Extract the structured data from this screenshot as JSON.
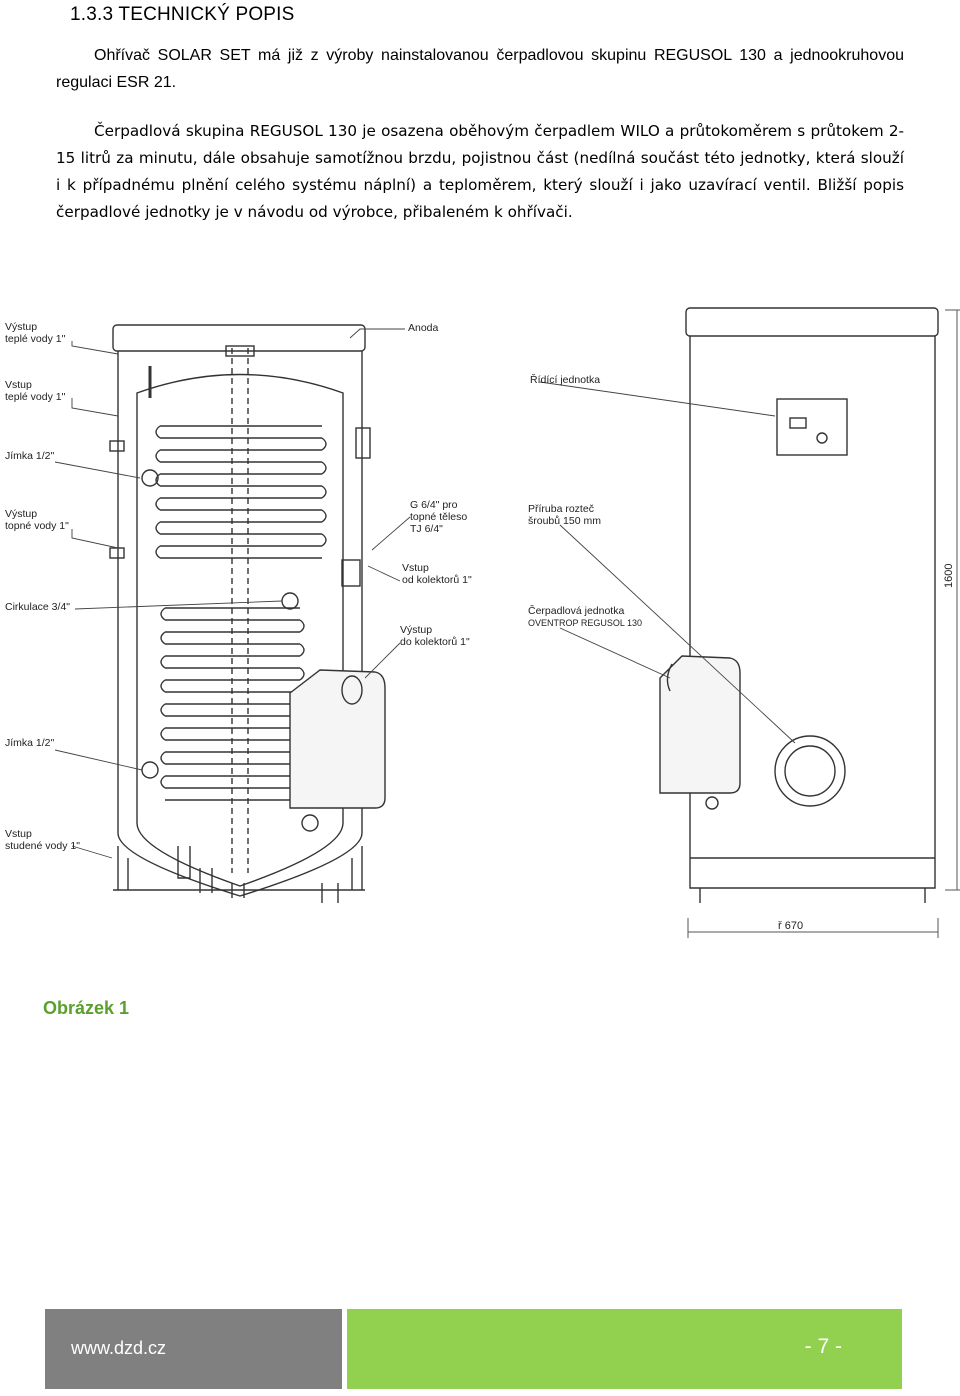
{
  "heading": "1.3.3   TECHNICKÝ POPIS",
  "paragraph1": "Ohřívač SOLAR SET má již z výroby nainstalovanou čerpadlovou skupinu REGUSOL 130 a jednookruhovou regulaci ESR 21.",
  "paragraph2": "Čerpadlová skupina REGUSOL 130 je osazena oběhovým čerpadlem WILO a průtokoměrem s průtokem 2-15 litrů za minutu, dále obsahuje samotížnou brzdu, pojistnou část (nedílná součást této jednotky, která slouží i k případnému plnění celého systému náplní) a teploměrem, který slouží i jako uzavírací ventil. Bližší popis čerpadlové jednotky je v návodu od výrobce, přibaleném k ohřívači.",
  "figure": {
    "left_labels": [
      [
        "Výstup",
        "teplé vody 1\""
      ],
      [
        "Vstup",
        "teplé vody 1\""
      ],
      [
        "Jímka 1/2\""
      ],
      [
        "Výstup",
        "topné vody 1\""
      ],
      [
        "Cirkulace 3/4\""
      ],
      [
        "Jímka 1/2\""
      ],
      [
        "Vstup",
        "studené vody 1\""
      ]
    ],
    "center_labels": [
      [
        "Anoda"
      ],
      [
        "G 6/4\" pro",
        "topné těleso",
        "TJ 6/4\""
      ],
      [
        "Vstup",
        "od kolektorů 1\""
      ],
      [
        "Výstup",
        "do kolektorů 1\""
      ]
    ],
    "right_labels": [
      [
        "Řídící jednotka"
      ],
      [
        "Příruba rozteč",
        "šroubů 150 mm"
      ],
      [
        "Čerpadlová jednotka",
        "OVENTROP REGUSOL 130"
      ]
    ],
    "dim_height": "1600",
    "dim_diameter": "ř 670"
  },
  "caption": "Obrázek 1",
  "footer": {
    "url": "www.dzd.cz",
    "page": "- 7 -"
  }
}
